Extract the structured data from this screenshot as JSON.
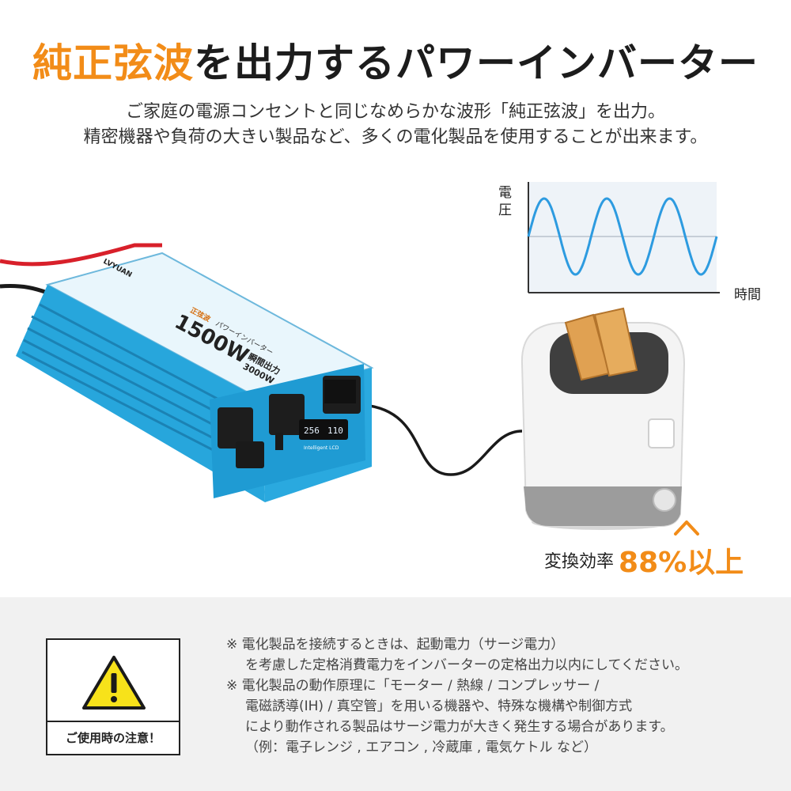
{
  "title": {
    "highlight": "純正弦波",
    "rest": "を出力するパワーインバーター"
  },
  "subtitle": {
    "line1": "ご家庭の電源コンセントと同じなめらかな波形「純正弦波」を出力。",
    "line2": "精密機器や負荷の大きい製品など、多くの電化製品を使用することが出来ます。"
  },
  "wave_chart": {
    "y_label_1": "電",
    "y_label_2": "圧",
    "x_label": "時間",
    "cycles": 3,
    "line_color": "#2d9be0"
  },
  "inverter": {
    "brand": "LVYUAN",
    "badge": "正弦波",
    "product_name": "パワーインバーター",
    "rated_power": "1500W",
    "peak_label": "瞬間出力",
    "peak_power": "3000W",
    "display_value_1": "256",
    "display_value_2": "110",
    "display_caption": "Intelligent LCD",
    "body_color": "#27a6dc"
  },
  "efficiency": {
    "label": "変換効率",
    "value": "88%以上"
  },
  "notice": {
    "caption": "ご使用時の注意！",
    "lines": [
      "※ 電化製品を接続するときは、起動電力（サージ電力）",
      "を考慮した定格消費電力をインバーターの定格出力以内にしてください。",
      "※ 電化製品の動作原理に「モーター / 熱線 / コンプレッサー /",
      "電磁誘導(IH) / 真空管」を用いる機器や、特殊な機構や制御方式",
      "により動作される製品はサージ電力が大きく発生する場合があります。",
      "（例：電子レンジ , エアコン , 冷蔵庫 , 電気ケトル など）"
    ]
  },
  "colors": {
    "accent": "#f28c18",
    "warning": "#f7e21a",
    "notice_bg": "#f1f1f1"
  }
}
